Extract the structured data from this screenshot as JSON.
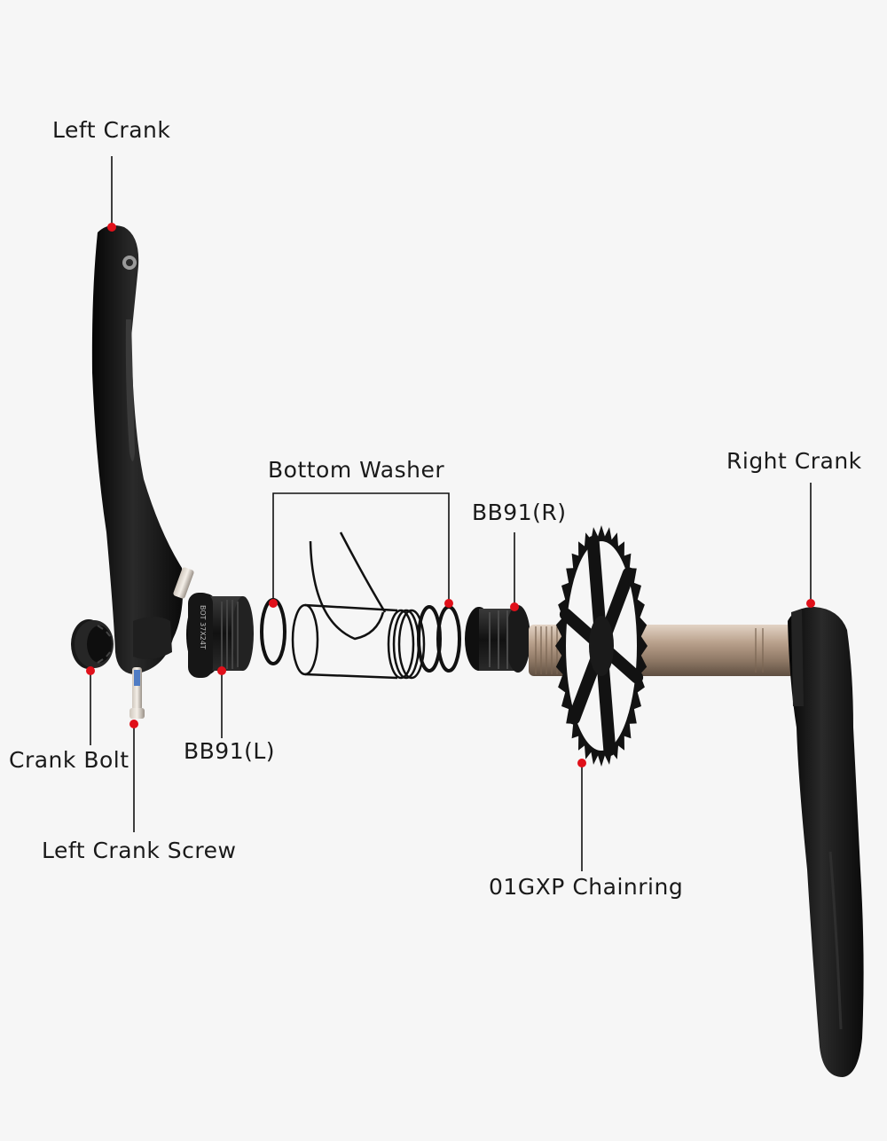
{
  "diagram": {
    "labels": {
      "left_crank": "Left Crank",
      "bottom_washer": "Bottom Washer",
      "bb91_r": "BB91(R)",
      "right_crank": "Right Crank",
      "crank_bolt": "Crank Bolt",
      "bb91_l": "BB91(L)",
      "left_crank_screw": "Left Crank Screw",
      "chainring": "01GXP Chainring"
    },
    "cup_marking": "BOT 37X24T",
    "colors": {
      "background": "#f6f6f6",
      "marker": "#e0101a",
      "part_black": "#151515",
      "spindle": "#b39b86"
    }
  }
}
